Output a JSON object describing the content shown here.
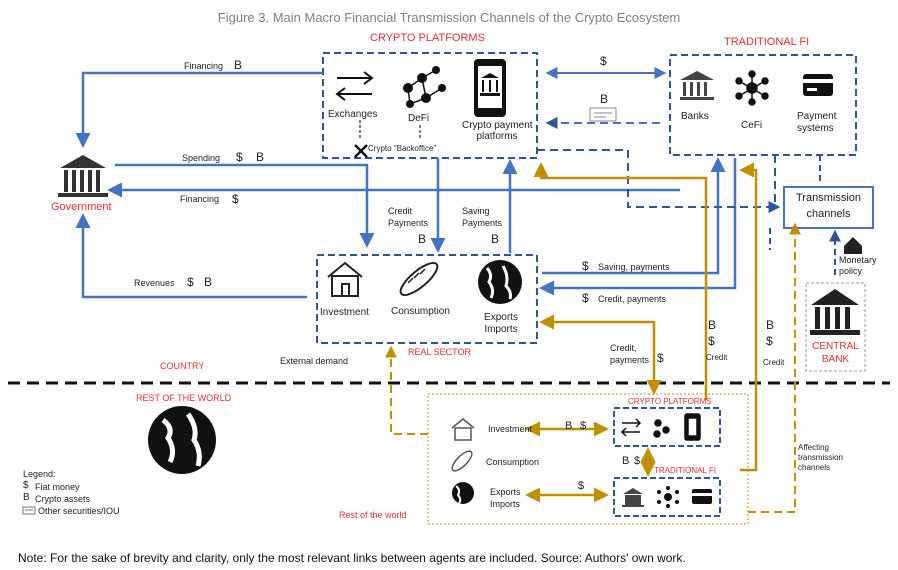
{
  "title": "Figure 3. Main Macro Financial Transmission Channels of the Crypto Ecosystem",
  "nodes": {
    "crypto_platforms": {
      "heading": "CRYPTO PLATFORMS",
      "exchanges": "Exchanges",
      "defi": "DeFi",
      "payment_platforms_1": "Crypto payment",
      "payment_platforms_2": "platforms",
      "backoffice": "Crypto \"Backoffice\""
    },
    "traditional_fi": {
      "heading": "TRADITIONAL FI",
      "banks": "Banks",
      "cefi": "CeFi",
      "payment_systems_1": "Payment",
      "payment_systems_2": "systems"
    },
    "government": "Government",
    "real_sector": {
      "heading": "REAL SECTOR",
      "investment": "Investment",
      "consumption": "Consumption",
      "exports_1": "Exports",
      "exports_2": "Imports"
    },
    "transmission_1": "Transmission",
    "transmission_2": "channels",
    "monetary_1": "Monetary",
    "monetary_2": "policy",
    "central_bank_1": "CENTRAL",
    "central_bank_2": "BANK",
    "row": {
      "heading": "REST OF THE WORLD",
      "crypto_heading": "CRYPTO PLATFORMS",
      "tradfi_heading": "TRADITIONAL FI",
      "investment": "Investment",
      "consumption": "Consumption",
      "exports_1": "Exports",
      "exports_2": "Imports",
      "label": "Rest of the world"
    }
  },
  "labels": {
    "financing_top": "Financing",
    "spending": "Spending",
    "financing_mid": "Financing",
    "revenues": "Revenues",
    "credit_payments_1": "Credit",
    "credit_payments_2": "Payments",
    "saving_payments_1": "Saving",
    "saving_payments_2": "Payments",
    "saving_payments_arrow": "Saving, payments",
    "credit_payments_arrow": "Credit, payments",
    "credit_payments_gold_1": "Credit,",
    "credit_payments_gold_2": "payments",
    "credit_a": "Credit",
    "credit_b": "Credit",
    "country": "COUNTRY",
    "external_demand": "External demand",
    "affecting_1": "Affecting",
    "affecting_2": "transmission",
    "affecting_3": "channels"
  },
  "symbols": {
    "fiat": "$",
    "crypto": "B"
  },
  "legend": {
    "title": "Legend:",
    "fiat": "Fiat money",
    "crypto": "Crypto assets",
    "securities": "Other securities/IOU"
  },
  "note": "Note: For the sake of brevity and clarity, only the most relevant links between agents are included. Source: Authors' own work.",
  "colors": {
    "blue": "#4472c4",
    "dashed_blue": "#2f5597",
    "gold": "#bf9000",
    "red": "#e03030",
    "gray_title": "#7f7f7f"
  }
}
